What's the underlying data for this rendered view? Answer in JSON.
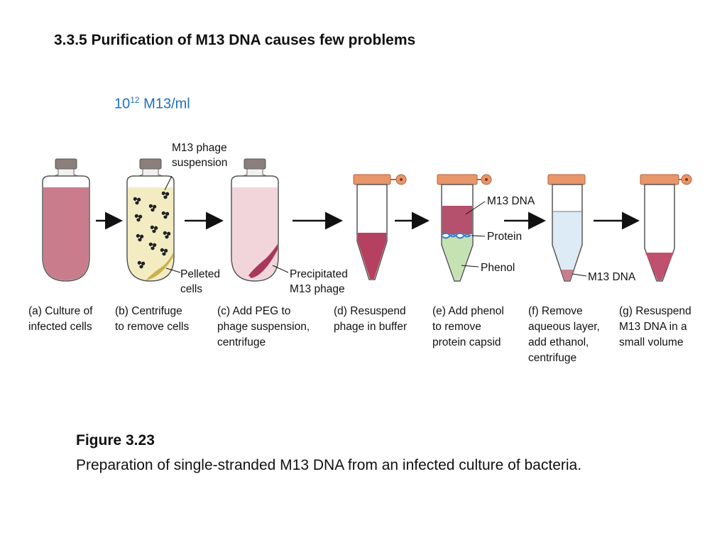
{
  "heading": "3.3.5 Purification of M13 DNA causes few problems",
  "concentration": {
    "base": "10",
    "exponent": "12",
    "unit": " M13/ml"
  },
  "labels": {
    "m13_phage": "M13 phage",
    "suspension": "suspension",
    "pelleted": "Pelleted",
    "cells": "cells",
    "precipitated": "Precipitated",
    "m13_phage_2": "M13 phage",
    "m13_dna_e": "M13 DNA",
    "protein": "Protein",
    "phenol": "Phenol",
    "m13_dna_f": "M13 DNA"
  },
  "steps": [
    {
      "caption": "(a) Culture of\ninfected cells"
    },
    {
      "caption": "(b) Centrifuge\nto remove cells"
    },
    {
      "caption": "(c) Add PEG to\nphage suspension,\ncentrifuge"
    },
    {
      "caption": "(d) Resuspend\nphage in buffer"
    },
    {
      "caption": "(e) Add phenol\nto remove\nprotein capsid"
    },
    {
      "caption": "(f) Remove\naqueous layer,\nadd ethanol,\ncentrifuge"
    },
    {
      "caption": "(g) Resuspend\nM13 DNA in a\nsmall volume"
    }
  ],
  "figure": {
    "number": "Figure 3.23",
    "caption": "Preparation of single-stranded M13 DNA from an infected culture of bacteria."
  },
  "colors": {
    "culture": "#c97d8c",
    "phage_suspension": "#f3ecc2",
    "pellet": "#c9b14d",
    "peg_tube": "#f2d5da",
    "precipitate": "#a8375c",
    "cap_orange": "#e8956a",
    "heading_blue": "#1f6fbf",
    "protein_blue": "#3a7fc4",
    "phenol_green": "#c5e3b2",
    "ethanol_blue": "#dcebf6"
  }
}
